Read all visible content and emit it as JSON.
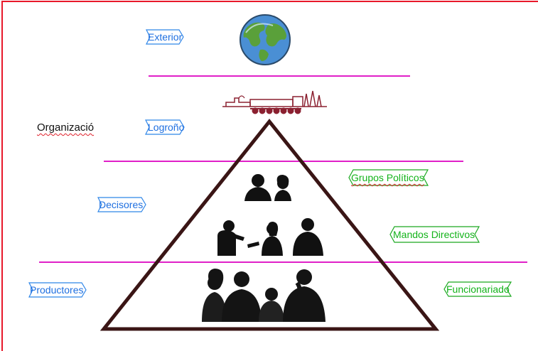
{
  "title": "",
  "context_label": "Organizació",
  "levels": {
    "exterior": "Exterior",
    "logrono": "Logroño",
    "decisores": "Decisores",
    "productores": "Productores"
  },
  "groups": {
    "politicos": "Grupos Políticos",
    "mandos": "Mandos Directivos",
    "funcionariado": "Funcionariado"
  },
  "icons": {
    "globe": "globe-icon",
    "city_hall": "city-skyline-icon",
    "decision_makers": "people-silhouettes-icon"
  },
  "colors": {
    "border": "#e8182a",
    "divider": "#e020c8",
    "pyramid": "#3a1515",
    "left_tags": "#1e6fe0",
    "right_tags": "#13b31a",
    "skyline": "#8b2030"
  }
}
